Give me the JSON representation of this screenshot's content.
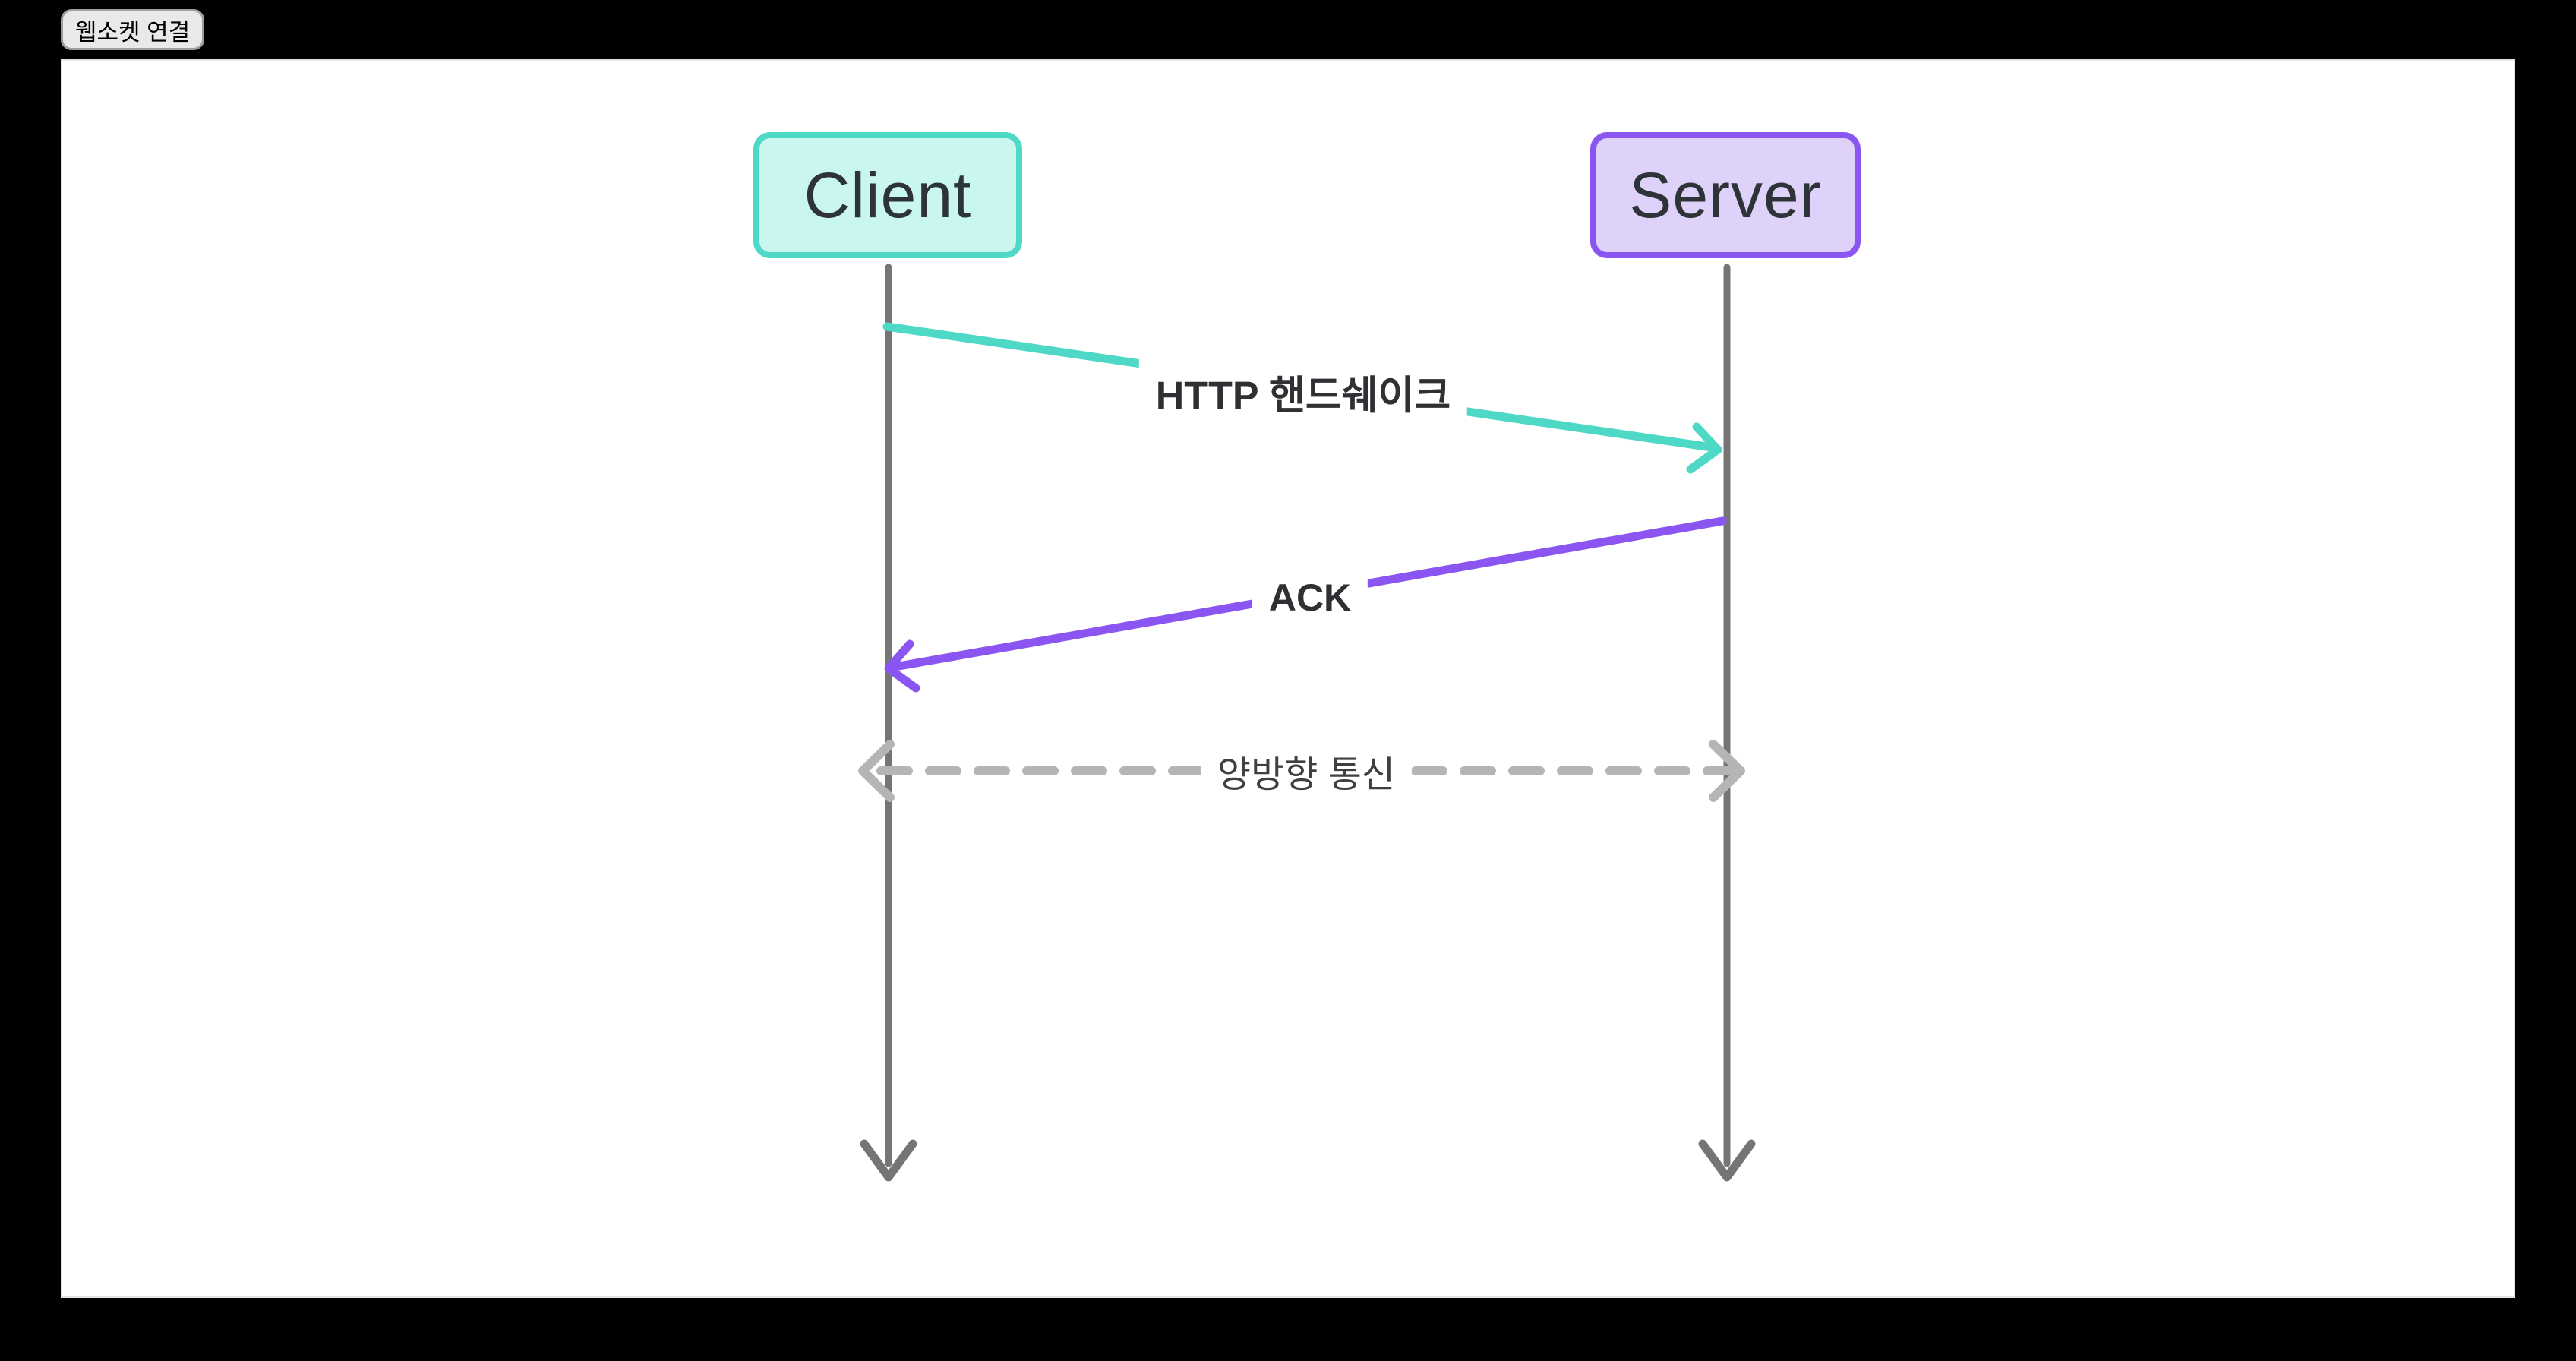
{
  "window": {
    "badge_label": "웹소켓 연결"
  },
  "diagram": {
    "type": "sequence-diagram",
    "actors": [
      {
        "id": "client",
        "label": "Client",
        "accent": "#4ed8c6",
        "fill": "#c9f7ef"
      },
      {
        "id": "server",
        "label": "Server",
        "accent": "#8b55f1",
        "fill": "#ded1fa"
      }
    ],
    "messages": [
      {
        "from": "Client",
        "to": "Server",
        "label": "HTTP 핸드쉐이크",
        "style": "solid",
        "color": "#4ed8c6",
        "bidirectional": false
      },
      {
        "from": "Server",
        "to": "Client",
        "label": "ACK",
        "style": "solid",
        "color": "#8b55f1",
        "bidirectional": false
      },
      {
        "from": "Client",
        "to": "Server",
        "label": "양방향 통신",
        "style": "dashed",
        "color": "#b5b5b5",
        "bidirectional": true
      }
    ]
  },
  "theme": {
    "teal": "#4ed8c6",
    "teal-fill": "#c9f7ef",
    "purple": "#8b55f1",
    "purple-fill": "#ded1fa",
    "lifeline-gray": "#757575",
    "dash-gray": "#b5b5b5",
    "label-dark": "#2f3033",
    "badge-bg": "#e9e9e9",
    "badge-border": "#9e9e9e",
    "canvas-bg": "#ffffff",
    "page-bg": "#000000"
  }
}
